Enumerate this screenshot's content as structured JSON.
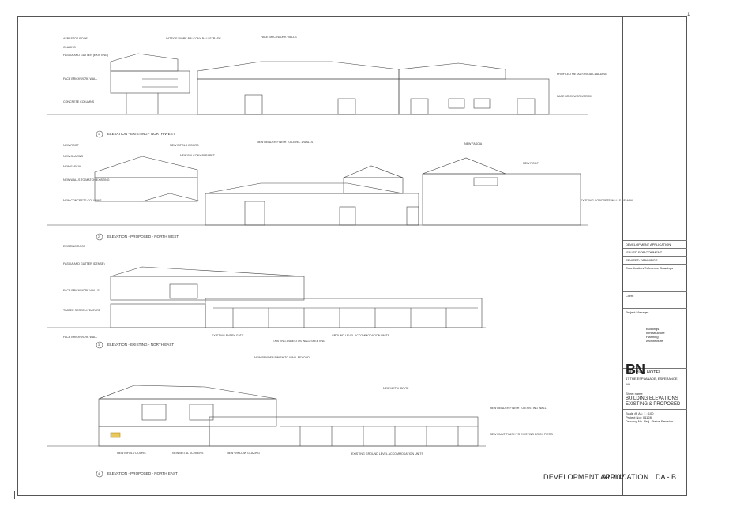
{
  "page_number": "1",
  "elevations": [
    {
      "title": "ELEVATION - EXISTING - NORTH WEST",
      "number": "1",
      "labels": [
        "ASBESTOS ROOF",
        "GLAZING",
        "FASCIA AND GUTTER (EXISTING)",
        "FACE BRICKWORK WALL",
        "CONCRETE COLUMNS",
        "LATTICE WORK BALCONY BALUSTRADE",
        "FACE BRICKWORK WALLS",
        "PROFILED METAL FASCIA CLADDING",
        "FACE BRICKWORK/BRICK"
      ]
    },
    {
      "title": "ELEVATION - PROPOSED - NORTH WEST",
      "number": "2",
      "labels": [
        "NEW ROOF",
        "NEW GLAZING",
        "NEW FASCIA",
        "NEW WALLS TO MATCH EXISTING",
        "NEW CONCRETE COLUMNS",
        "NEW BIFOLD DOORS",
        "NEW BALCONY PARAPET",
        "NEW RENDER FINISH TO LEVEL 1 WALLS",
        "NEW FASCIA",
        "NEW ROOF",
        "EXISTING CONCRETE WALLS REMAIN"
      ]
    },
    {
      "title": "ELEVATION - EXISTING - NORTH EAST",
      "number": "3",
      "labels": [
        "EXISTING ROOF",
        "FASCIA AND GUTTER (DENSE)",
        "FACE BRICKWORK WALLS",
        "TIMBER SCREEN FEATURE",
        "FACE BRICKWORK WALL",
        "EXISTING ENTRY GATE",
        "EXISTING ASBESTOS WALL SHEETING",
        "GROUND LEVEL ACCOMMODATION UNITS"
      ]
    },
    {
      "title": "ELEVATION - PROPOSED - NORTH EAST",
      "number": "4",
      "labels": [
        "NEW RENDER FINISH TO WALL BEYOND",
        "NEW METAL ROOF",
        "NEW RENDER FINISH TO EXISTING WALL",
        "NEW PAINT FINISH TO EXISTING BRICK PIERS",
        "EXISTING GROUND LEVEL ACCOMMODATION UNITS",
        "NEW BIFOLD DOORS",
        "NEW METAL SCREENS",
        "NEW WINDOW GLAZING"
      ]
    }
  ],
  "title_block": {
    "revision_notes": [
      "DEVELOPMENT APPLICATION",
      "ISSUED FOR COMMENT",
      "REVISED DRAWINGS"
    ],
    "fields": [
      "Coordination/Reference Drawings",
      "Client",
      "Project Manager"
    ],
    "logo_text": "BN",
    "company_lines": [
      "Buildings",
      "Infrastructure",
      "Planning",
      "Architecture"
    ],
    "project_name": "THE PIER HOTEL",
    "project_address": "47 THE ESPLANADE, ESPERANCE, WA.",
    "sheet_label": "Sheet name",
    "sheet_title_line1": "BUILDING ELEVATIONS",
    "sheet_title_line2": "EXISTING & PROPOSED",
    "scale_label": "Scale @ A1:",
    "scale_value": "1 : 100",
    "project_no_label": "Project No.:",
    "project_no_value": "01128",
    "drawing_no_label": "Drawing No.",
    "proj_status": "Proj. Status",
    "revision_label": "Revision"
  },
  "footer": {
    "status": "DEVELOPMENT APPLICATION",
    "drawing_number": "A10.02",
    "stage": "DA",
    "revision": "B"
  }
}
